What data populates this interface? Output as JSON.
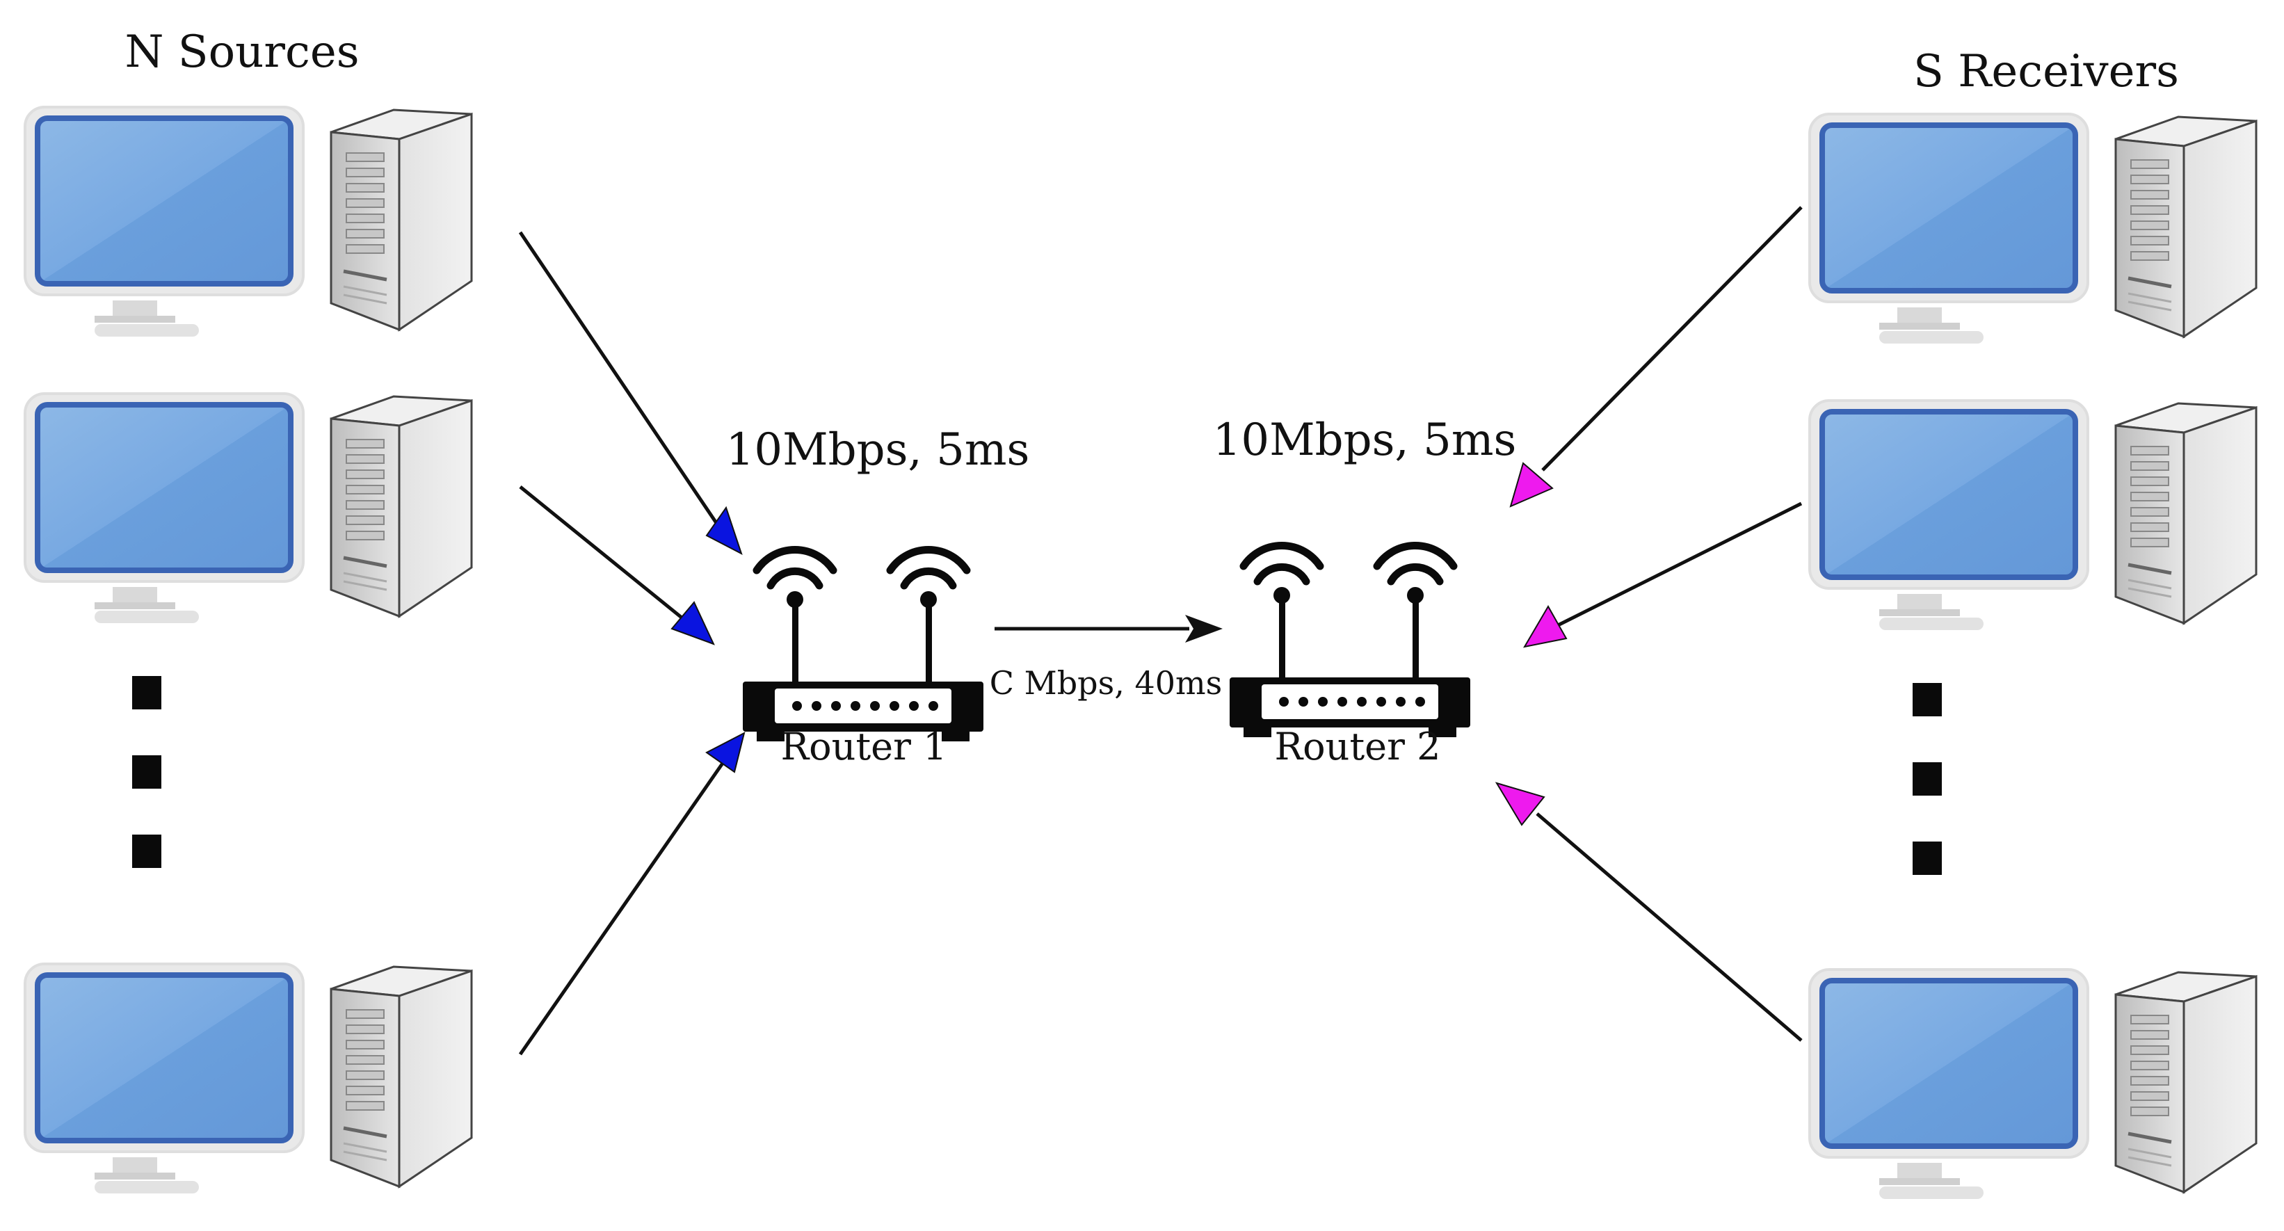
{
  "labels": {
    "sources": "N Sources",
    "receivers": "S Receivers",
    "link_left": "10Mbps, 5ms",
    "link_right": "10Mbps, 5ms",
    "bottleneck": "C Mbps, 40ms",
    "router1": "Router 1",
    "router2": "Router 2"
  },
  "colors": {
    "source_arrow": "#0a14e0",
    "receiver_arrow": "#ee1aee",
    "line": "#111111",
    "monitor_screen": "#6a9fdc",
    "monitor_screen_light": "#8db8e6",
    "monitor_frame": "#e8e8e8",
    "monitor_border": "#3a64b4",
    "tower": "#d8d8d8",
    "router": "#0a0a0a"
  },
  "icons": [
    "desktop-computer-icon",
    "server-tower-icon",
    "wifi-router-icon",
    "vertical-ellipsis-icon"
  ]
}
